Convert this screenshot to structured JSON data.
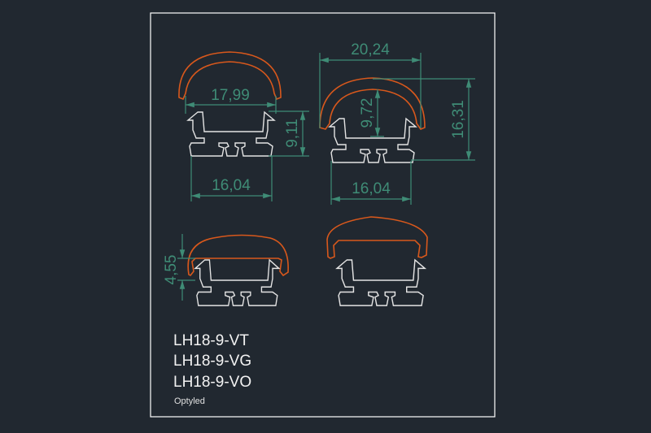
{
  "drawing": {
    "dimensions": {
      "vt_cover_width": "17,99",
      "vt_height": "9,11",
      "vt_base_width": "16,04",
      "vg_width": "20,24",
      "vg_height": "16,31",
      "vg_cover_height": "9,72",
      "vg_base_width": "16,04",
      "vo_cover_height": "4,55"
    },
    "labels": [
      "LH18-9-VT",
      "LH18-9-VG",
      "LH18-9-VO"
    ],
    "brand": "Optyled",
    "colors": {
      "background": "#212830",
      "dimension": "#3f8c76",
      "cover": "#d8581c",
      "profile": "#e4e4e4",
      "frame": "#ffffff"
    }
  }
}
